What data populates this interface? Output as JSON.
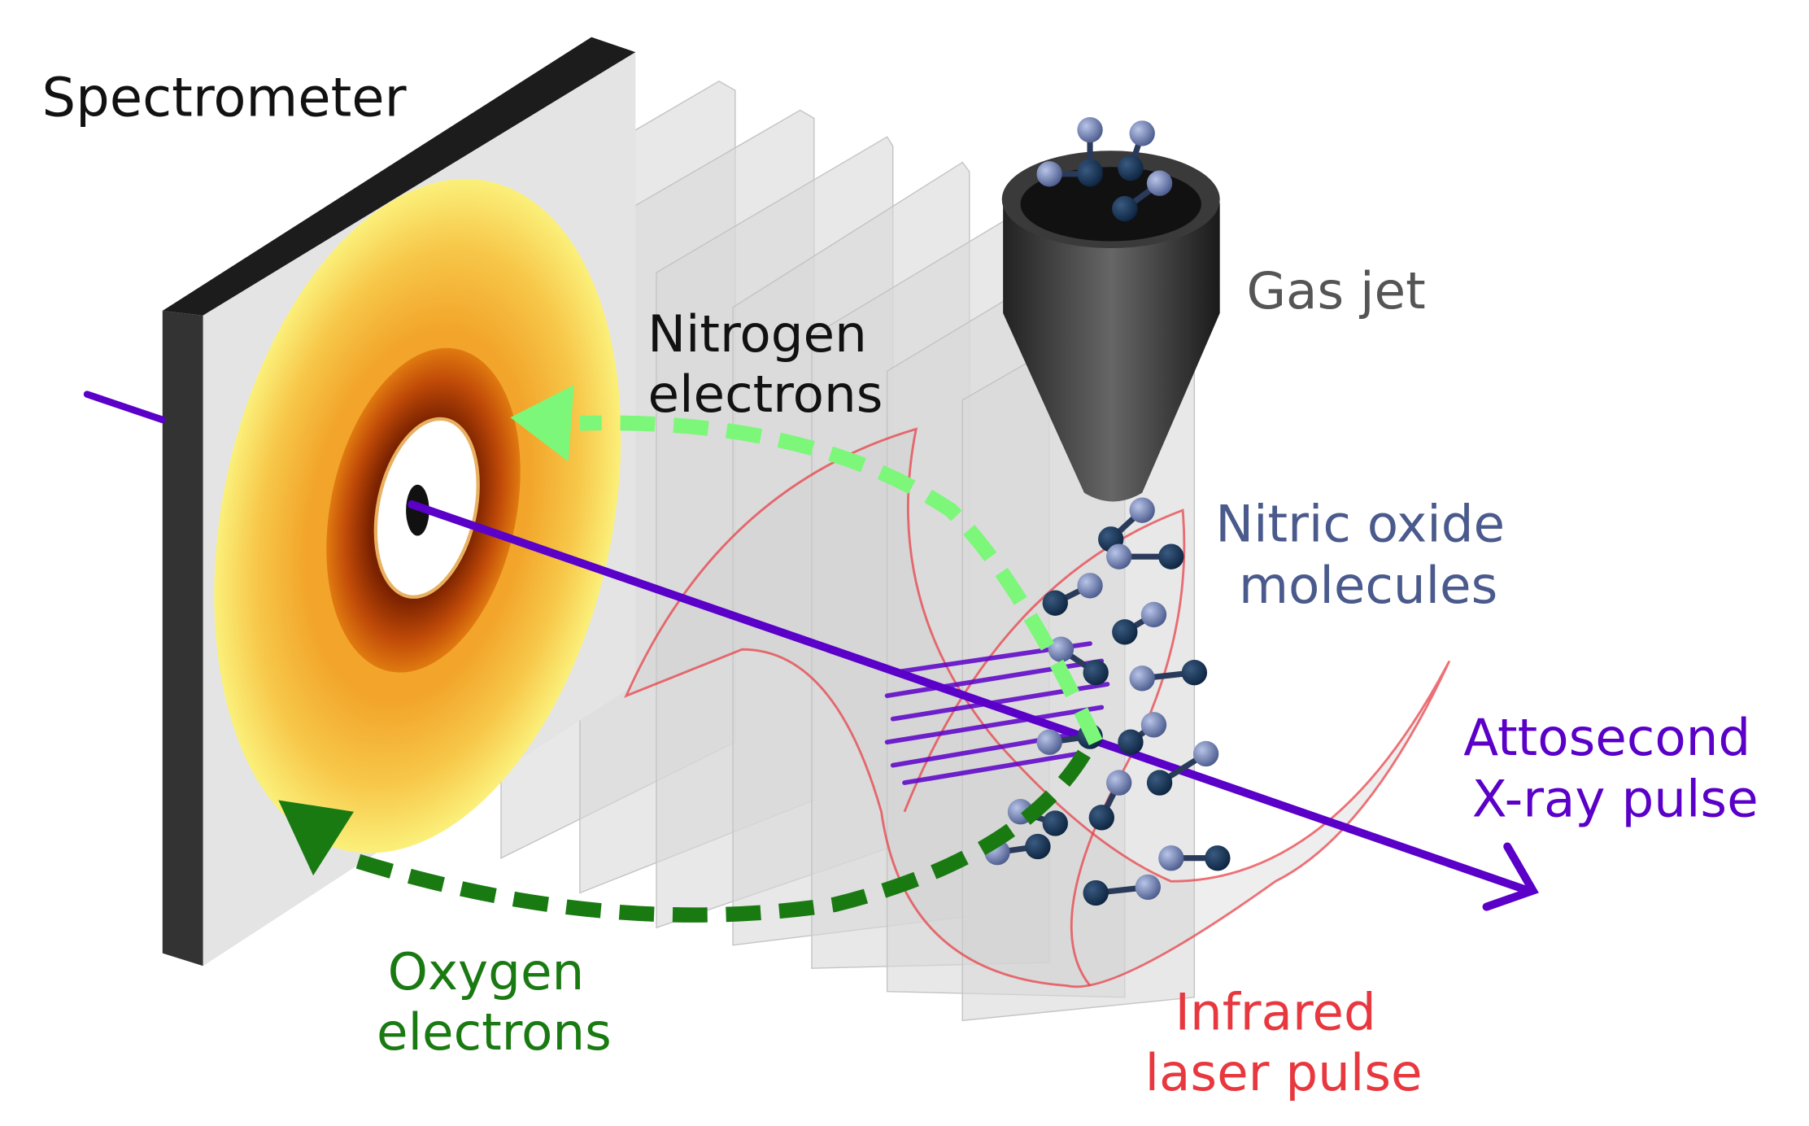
{
  "labels": {
    "spectrometer": "Spectrometer",
    "gas_jet": "Gas jet",
    "nitrogen_electrons": [
      "Nitrogen",
      "electrons"
    ],
    "nitric_oxide_molecules": [
      "Nitric oxide",
      "molecules"
    ],
    "attosecond_xray_pulse": [
      "Attosecond",
      "X-ray pulse"
    ],
    "oxygen_electrons": [
      "Oxygen",
      "electrons"
    ],
    "infrared_laser_pulse": [
      "Infrared",
      "laser pulse"
    ]
  },
  "colors": {
    "xray": "#5a00c8",
    "infrared": "#e8383f",
    "nitrogen": "#7cf77a",
    "oxygen": "#1a7a12",
    "molecules": "#4a5a8c",
    "gas_jet_label": "#555555"
  }
}
